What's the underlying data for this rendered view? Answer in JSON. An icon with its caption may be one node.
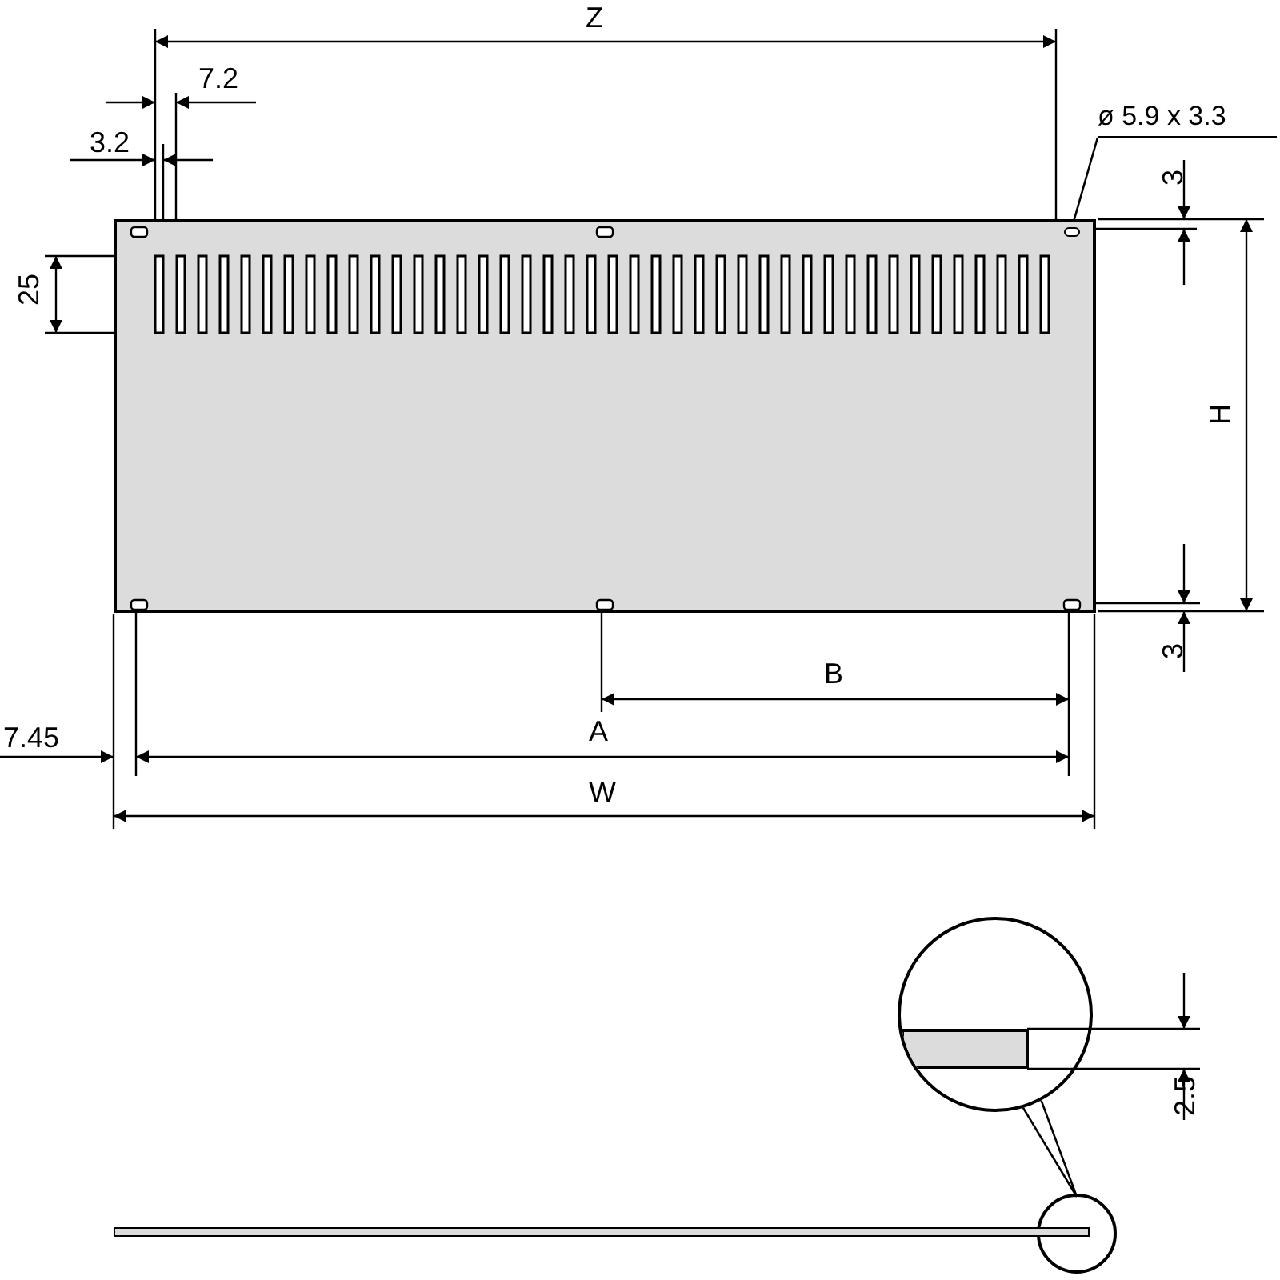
{
  "diagram": {
    "nodes": [
      {
        "text": [],
        "shape": "box"
      },
      {
        "text": [],
        "shape": "box",
        "in": 0
      },
      {
        "text": [
          "ø 5.9 x 3.3"
        ]
      },
      {
        "text": [],
        "shape": "circle"
      },
      {
        "text": [],
        "shape": "circle"
      },
      {
        "text": [],
        "shape": "bar"
      }
    ],
    "edges": [
      {
        "from": 2,
        "to": 1,
        "arrow": "none"
      },
      {
        "from": 4,
        "to": 3,
        "arrow": "none"
      }
    ],
    "labels": [
      "Z",
      "7.2",
      "3.2",
      "25",
      "3",
      "H",
      "3",
      "B",
      "A",
      "7.45",
      "W",
      "2.5"
    ]
  }
}
